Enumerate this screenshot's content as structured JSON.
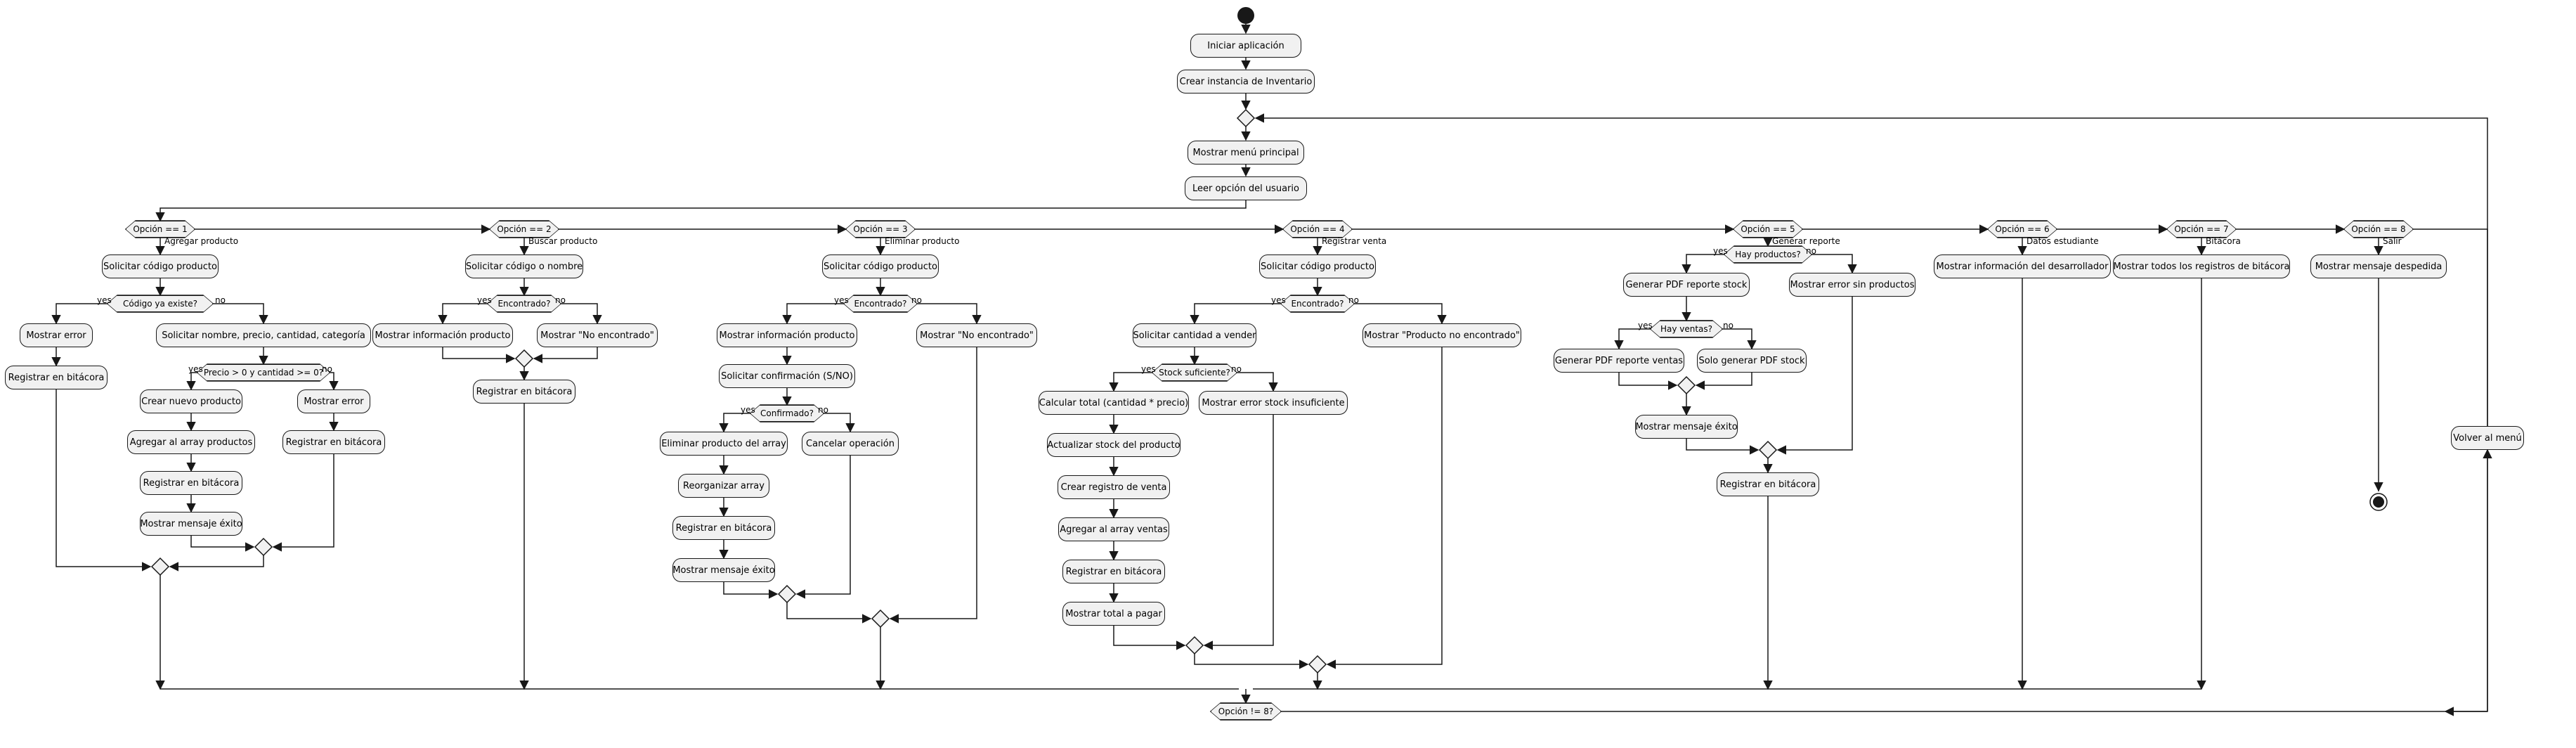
{
  "colors": {
    "node_fill": "#f1f1f1",
    "stroke": "#181818",
    "start_end": "#181818"
  },
  "nodes": {
    "iniciar": "Iniciar aplicación",
    "crear_inv": "Crear instancia de Inventario",
    "menu": "Mostrar menú principal",
    "leer": "Leer opción del usuario",
    "op1": {
      "cond": "Opción == 1",
      "label": "Agregar producto",
      "solicitar": "Solicitar código producto",
      "existe": "Código ya existe?",
      "err": "Mostrar error",
      "reg1": "Registrar en bitácora",
      "datos": "Solicitar nombre, precio, cantidad, categoría",
      "valid": "Precio > 0 y cantidad >= 0?",
      "crear": "Crear nuevo producto",
      "agregar": "Agregar al array productos",
      "reg2": "Registrar en bitácora",
      "exito": "Mostrar mensaje éxito",
      "err2": "Mostrar error",
      "reg3": "Registrar en bitácora"
    },
    "op2": {
      "cond": "Opción == 2",
      "label": "Buscar producto",
      "solicitar": "Solicitar código o nombre",
      "enc": "Encontrado?",
      "info": "Mostrar información producto",
      "noenc": "Mostrar \"No encontrado\"",
      "reg": "Registrar en bitácora"
    },
    "op3": {
      "cond": "Opción == 3",
      "label": "Eliminar producto",
      "solicitar": "Solicitar código producto",
      "enc": "Encontrado?",
      "info": "Mostrar información producto",
      "noenc": "Mostrar \"No encontrado\"",
      "conf": "Solicitar confirmación (S/NO)",
      "confq": "Confirmado?",
      "elim": "Eliminar producto del array",
      "reorg": "Reorganizar array",
      "reg": "Registrar en bitácora",
      "exito": "Mostrar mensaje éxito",
      "cancel": "Cancelar operación"
    },
    "op4": {
      "cond": "Opción == 4",
      "label": "Registrar venta",
      "solicitar": "Solicitar código producto",
      "enc": "Encontrado?",
      "cant": "Solicitar cantidad a vender",
      "stock": "Stock suficiente?",
      "calc": "Calcular total (cantidad * precio)",
      "act": "Actualizar stock del producto",
      "crearv": "Crear registro de venta",
      "agregar": "Agregar al array ventas",
      "reg": "Registrar en bitácora",
      "total": "Mostrar total a pagar",
      "insuf": "Mostrar error stock insuficiente",
      "noenc": "Mostrar \"Producto no encontrado\""
    },
    "op5": {
      "cond": "Opción == 5",
      "label": "Generar reporte",
      "hay": "Hay productos?",
      "pdf": "Generar PDF reporte stock",
      "ventas": "Hay ventas?",
      "pdfv": "Generar PDF reporte ventas",
      "solo": "Solo generar PDF stock",
      "exito": "Mostrar mensaje éxito",
      "sinprod": "Mostrar error sin productos",
      "reg": "Registrar en bitácora"
    },
    "op6": {
      "cond": "Opción == 6",
      "label": "Datos estudiante",
      "info": "Mostrar información del desarrollador"
    },
    "op7": {
      "cond": "Opción == 7",
      "label": "Bitácora",
      "todos": "Mostrar todos los registros de bitácora"
    },
    "op8": {
      "cond": "Opción == 8",
      "label": "Salir",
      "desp": "Mostrar mensaje despedida"
    },
    "volver": "Volver al menú",
    "loop_cond": "Opción != 8?",
    "yes": "yes",
    "no": "no"
  }
}
